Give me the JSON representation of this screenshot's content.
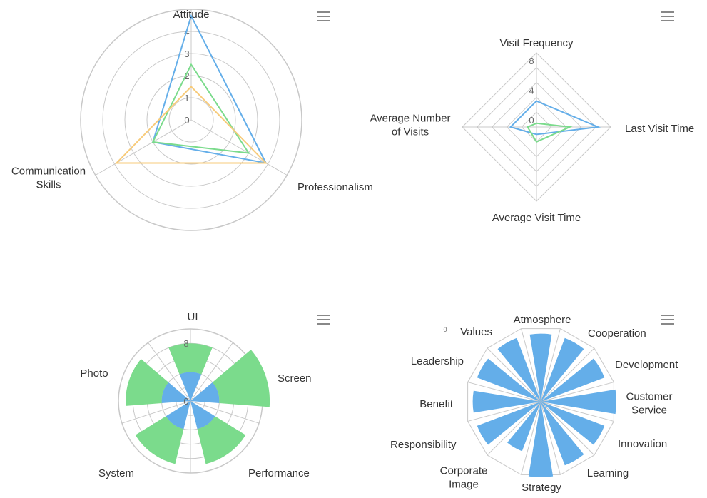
{
  "colors": {
    "blue": "#64aee9",
    "green": "#7bdb8c",
    "orange": "#f7cb7b",
    "grid": "#c8c8c8",
    "text": "#333333",
    "tick": "#666666",
    "menu": "#888888"
  },
  "menu_icon": "hamburger-menu-icon",
  "chart_data": [
    {
      "type": "radar",
      "shape": "circle",
      "indicators": [
        "Attitude",
        "Professionalism",
        "Communication\nSkills"
      ],
      "ticks": [
        "0",
        "1",
        "2",
        "3",
        "4"
      ],
      "rmax": 5,
      "series": [
        {
          "values": [
            4.7,
            3.9,
            2.0
          ],
          "color": "#64aee9"
        },
        {
          "values": [
            2.5,
            3.0,
            2.0
          ],
          "color": "#7bdb8c"
        },
        {
          "values": [
            1.5,
            3.9,
            3.9
          ],
          "color": "#f7cb7b"
        }
      ]
    },
    {
      "type": "radar",
      "shape": "polygon",
      "indicators": [
        "Visit Frequency",
        "Last Visit Time",
        "Average Visit Time",
        "Average Number\nof Visits"
      ],
      "ticks": [
        "0",
        "4",
        "8"
      ],
      "rmax": 10,
      "series": [
        {
          "values": [
            3.5,
            8.3,
            1.0,
            3.5
          ],
          "color": "#64aee9"
        },
        {
          "values": [
            0.5,
            4.5,
            2.0,
            1.2
          ],
          "color": "#7bdb8c"
        }
      ]
    },
    {
      "type": "polar-bar",
      "stacked": true,
      "categories": [
        "UI",
        "Screen",
        "Performance",
        "System",
        "Photo"
      ],
      "ticks": [
        "0",
        "8"
      ],
      "rmax": 10,
      "series": [
        {
          "values": [
            4,
            4,
            4,
            4,
            4
          ],
          "color": "#64aee9"
        },
        {
          "values": [
            4,
            7,
            5,
            5,
            5
          ],
          "color": "#7bdb8c"
        }
      ]
    },
    {
      "type": "polar-bar",
      "categories": [
        "Atmosphere",
        "Cooperation",
        "Development",
        "Customer\nService",
        "Innovation",
        "Learning",
        "Strategy",
        "Corporate\nImage",
        "Responsibility",
        "Benefit",
        "Leadership",
        "Values"
      ],
      "ticks": [
        "0"
      ],
      "rmax": 10,
      "series": [
        {
          "values": [
            9,
            9,
            9,
            10,
            9,
            9,
            10,
            7,
            9,
            9,
            9,
            9
          ],
          "color": "#64aee9"
        }
      ]
    }
  ]
}
